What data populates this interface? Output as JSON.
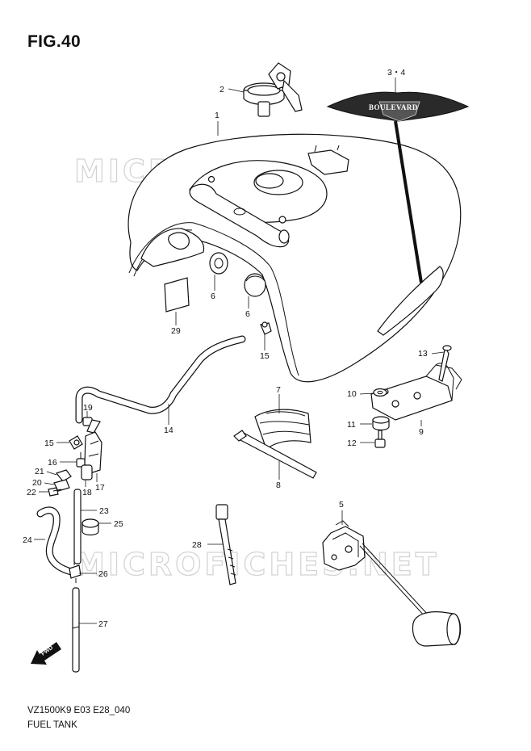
{
  "figure": {
    "title": "FIG.40",
    "code": "VZ1500K9 E03 E28_040",
    "name": "FUEL TANK"
  },
  "watermark": {
    "text": "MICROFICHES.NET"
  },
  "emblem": {
    "text": "BOULEVARD"
  },
  "direction_marker": {
    "text": "FWD"
  },
  "callouts": {
    "c1": "1",
    "c2": "2",
    "c34": "3・4",
    "c5": "5",
    "c6a": "6",
    "c6b": "6",
    "c7": "7",
    "c8": "8",
    "c9": "9",
    "c10": "10",
    "c11": "11",
    "c12": "12",
    "c13": "13",
    "c14": "14",
    "c15a": "15",
    "c15b": "15",
    "c16": "16",
    "c17": "17",
    "c18": "18",
    "c19": "19",
    "c20": "20",
    "c21": "21",
    "c22": "22",
    "c23": "23",
    "c24": "24",
    "c25": "25",
    "c26": "26",
    "c27": "27",
    "c28": "28",
    "c29": "29"
  }
}
